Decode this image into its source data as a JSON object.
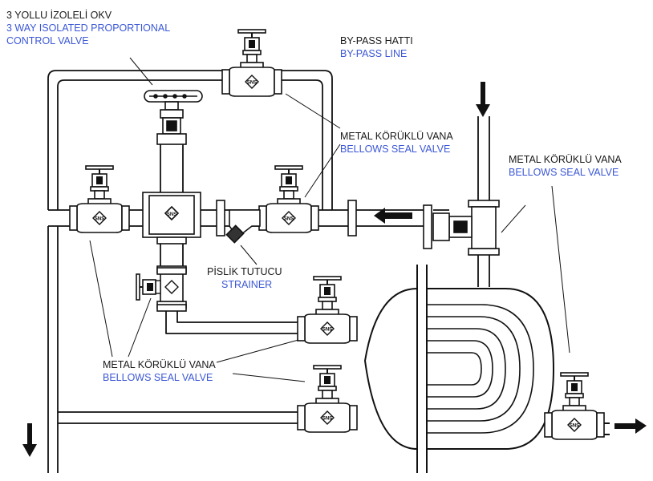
{
  "labels": {
    "okv": {
      "tr": "3 YOLLU İZOLELİ OKV",
      "en1": "3 WAY ISOLATED PROPORTIONAL",
      "en2": "CONTROL VALVE"
    },
    "bypass": {
      "tr": "BY-PASS HATTI",
      "en": "BY-PASS LINE"
    },
    "bellows_top": {
      "tr": "METAL KÖRÜKLÜ VANA",
      "en": "BELLOWS SEAL VALVE"
    },
    "bellows_right": {
      "tr": "METAL KÖRÜKLÜ VANA",
      "en": "BELLOWS SEAL VALVE"
    },
    "strainer": {
      "tr": "PİSLİK TUTUCU",
      "en": "STRAINER"
    },
    "bellows_bottom": {
      "tr": "METAL KÖRÜKLÜ VANA",
      "en": "BELLOWS SEAL VALVE"
    }
  },
  "valve_badge": "SNS",
  "colors": {
    "line": "#111111",
    "turkish_text": "#1a1a1a",
    "english_text": "#3b57d6"
  }
}
